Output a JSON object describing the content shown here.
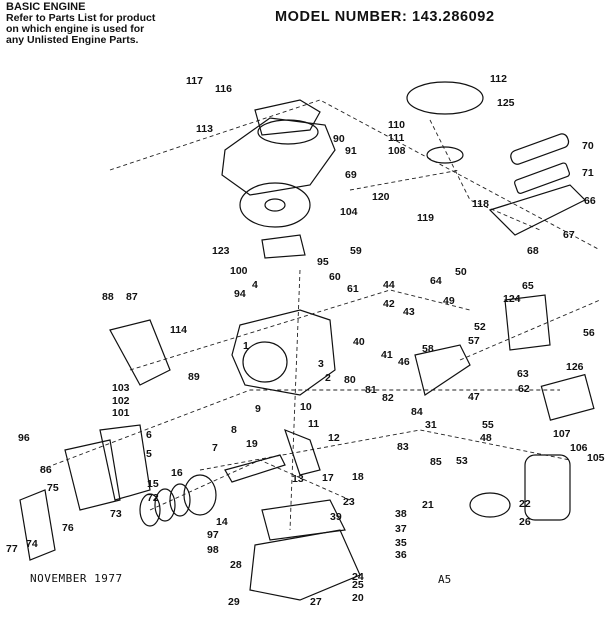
{
  "header": {
    "section_title": "BASIC ENGINE",
    "note_line1": "Refer to Parts List for product",
    "note_line2": "on which engine is used for",
    "note_line3": "any Unlisted Engine Parts.",
    "model_label": "MODEL NUMBER:",
    "model_number": "143.286092"
  },
  "footer": {
    "date": "NOVEMBER 1977",
    "page": "A5"
  },
  "callouts": [
    "117",
    "116",
    "113",
    "90",
    "91",
    "69",
    "112",
    "125",
    "110",
    "111",
    "108",
    "70",
    "71",
    "66",
    "67",
    "68",
    "120",
    "119",
    "118",
    "104",
    "123",
    "100",
    "95",
    "59",
    "60",
    "61",
    "44",
    "42",
    "43",
    "94",
    "4",
    "64",
    "50",
    "49",
    "65",
    "124",
    "56",
    "52",
    "57",
    "58",
    "88",
    "87",
    "114",
    "1",
    "40",
    "41",
    "46",
    "89",
    "103",
    "102",
    "101",
    "3",
    "2",
    "80",
    "81",
    "82",
    "83",
    "84",
    "31",
    "48",
    "85",
    "53",
    "55",
    "47",
    "63",
    "62",
    "126",
    "96",
    "86",
    "6",
    "5",
    "7",
    "8",
    "9",
    "10",
    "11",
    "12",
    "19",
    "16",
    "17",
    "18",
    "13",
    "15",
    "72",
    "73",
    "74",
    "75",
    "76",
    "77",
    "14",
    "97",
    "98",
    "107",
    "106",
    "105",
    "21",
    "22",
    "26",
    "23",
    "38",
    "37",
    "39",
    "35",
    "36",
    "24",
    "25",
    "20",
    "27",
    "28",
    "29"
  ]
}
